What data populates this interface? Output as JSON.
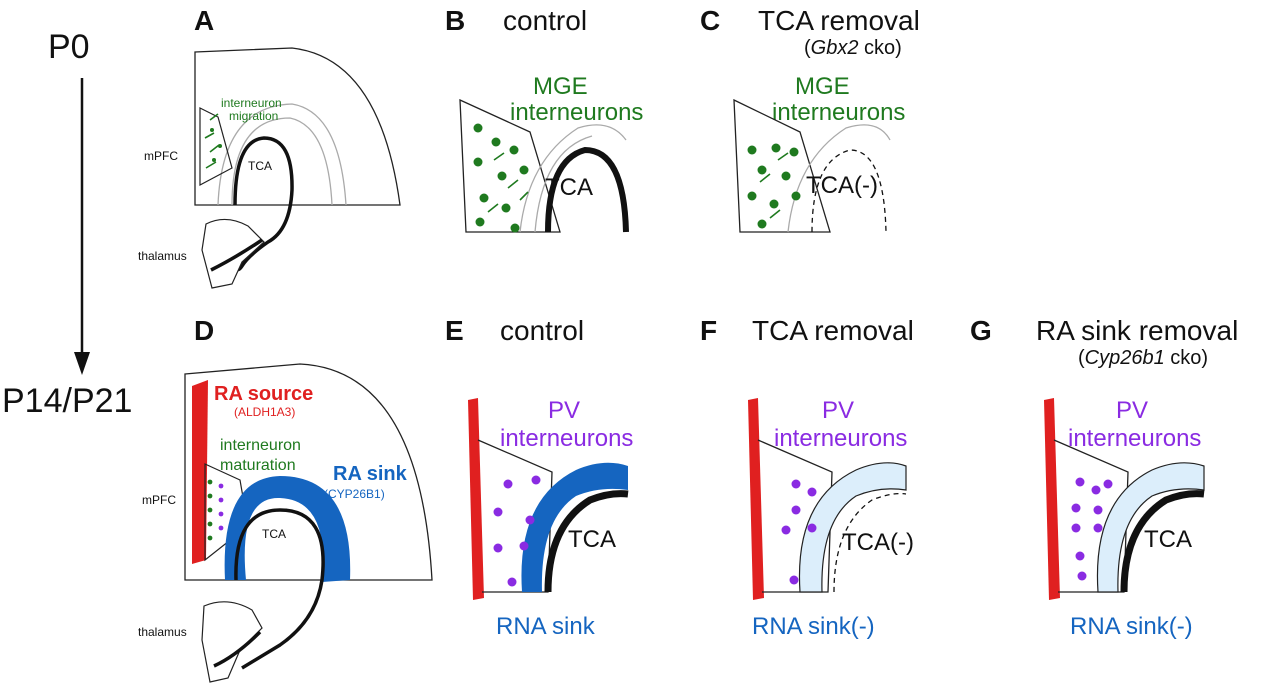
{
  "timeline": {
    "start": "P0",
    "end": "P14/P21"
  },
  "panels": {
    "A": {
      "letter": "A",
      "mpfc": "mPFC",
      "migration_1": "interneuron",
      "migration_2": "migration",
      "tca": "TCA",
      "thalamus": "thalamus"
    },
    "B": {
      "letter": "B",
      "title": "control",
      "cells_1": "MGE",
      "cells_2": "interneurons",
      "tca": "TCA"
    },
    "C": {
      "letter": "C",
      "title": "TCA removal",
      "sub_pre": "(",
      "sub_gene": "Gbx2",
      "sub_post": " cko)",
      "cells_1": "MGE",
      "cells_2": "interneurons",
      "tca": "TCA(-)"
    },
    "D": {
      "letter": "D",
      "source": "RA source",
      "source_gene": "(ALDH1A3)",
      "maturation_1": "interneuron",
      "maturation_2": "maturation",
      "sink": "RA sink",
      "sink_gene": "(CYP26B1)",
      "mpfc": "mPFC",
      "tca": "TCA",
      "thalamus": "thalamus"
    },
    "E": {
      "letter": "E",
      "title": "control",
      "cells_1": "PV",
      "cells_2": "interneurons",
      "tca": "TCA",
      "sink": "RNA sink"
    },
    "F": {
      "letter": "F",
      "title": "TCA removal",
      "cells_1": "PV",
      "cells_2": "interneurons",
      "tca": "TCA(-)",
      "sink": "RNA sink(-)"
    },
    "G": {
      "letter": "G",
      "title": "RA sink removal",
      "sub_pre": "(",
      "sub_gene": "Cyp26b1",
      "sub_post": " cko)",
      "cells_1": "PV",
      "cells_2": "interneurons",
      "tca": "TCA",
      "sink": "RNA sink(-)"
    }
  },
  "colors": {
    "interneuron_green": "#1f7a1f",
    "pv_purple": "#8a2be2",
    "ra_source_red": "#e02020",
    "ra_sink_blue": "#1565c0",
    "ra_sink_removed": "#dceefb"
  },
  "icons": [
    "timeline-arrow",
    "tca-axon",
    "ra-source-band",
    "ra-sink-band"
  ]
}
